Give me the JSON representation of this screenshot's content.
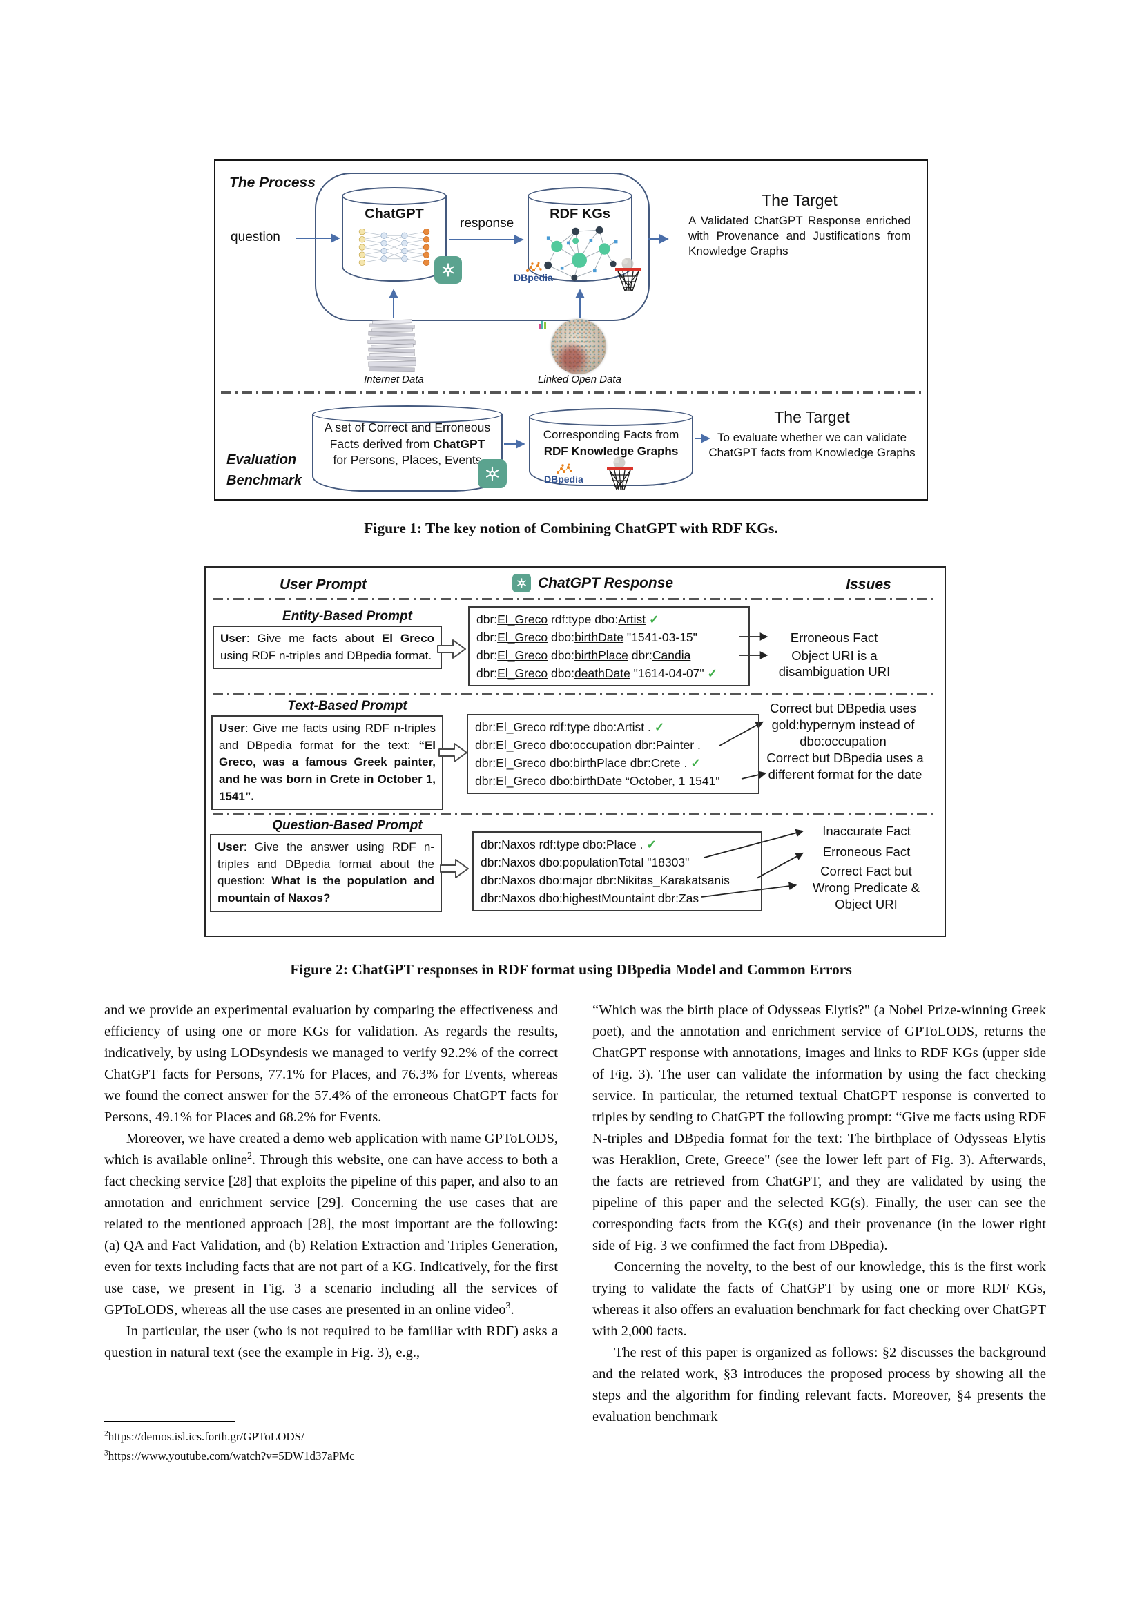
{
  "colors": {
    "figure_blue": "#44597e",
    "arrow_blue": "#4a6ea9",
    "openai_teal": "#5ba38f",
    "check_green": "#3fae49",
    "dbpedia_blue": "#2d4f8f",
    "hoop_red": "#d9342b"
  },
  "figure1": {
    "process_label": "The Process",
    "question_label": "question",
    "response_label": "response",
    "chatgpt_label": "ChatGPT",
    "rdfkgs_label": "RDF KGs",
    "dbpedia_label": "DBpedia",
    "internet_data_label": "Internet Data",
    "linked_open_data_label": "Linked Open Data",
    "target_top": {
      "title": "The Target",
      "body": "A Validated ChatGPT Response enriched with Provenance and Justifications from Knowledge Graphs"
    },
    "evaluation_label": "Evaluation Benchmark",
    "benchmark_facts": [
      {
        "t": "A set of Correct and Erroneous Facts derived from "
      },
      {
        "t": "ChatGPT",
        "b": 1
      },
      {
        "t": " for Persons, Places, Events"
      }
    ],
    "corresponding_facts": [
      {
        "t": "Corresponding Facts from "
      },
      {
        "t": "RDF Knowledge Graphs",
        "b": 1
      }
    ],
    "target_bottom": {
      "title": "The Target",
      "body": "To evaluate whether we can validate ChatGPT facts from Knowledge Graphs"
    }
  },
  "figure1_caption": "Figure 1: The key notion of Combining ChatGPT with RDF KGs.",
  "figure2": {
    "header": {
      "user": "User Prompt",
      "response": "ChatGPT Response",
      "issues": "Issues"
    },
    "entity": {
      "label": "Entity-Based Prompt",
      "prompt": [
        {
          "t": "User",
          "b": 1
        },
        {
          "t": ": Give me facts about "
        },
        {
          "t": "El Greco",
          "b": 1
        },
        {
          "t": " using RDF n-triples and DBpedia format."
        }
      ],
      "lines": [
        [
          {
            "t": "dbr:"
          },
          {
            "t": "El_Greco",
            "u": 1
          },
          {
            "t": " rdf:type dbo:"
          },
          {
            "t": "Artist",
            "u": 1
          },
          {
            "t": "  "
          },
          {
            "t": "✓",
            "b": 1,
            "c": "#3fae49"
          }
        ],
        [
          {
            "t": "dbr:"
          },
          {
            "t": "El_Greco",
            "u": 1
          },
          {
            "t": " dbo:"
          },
          {
            "t": "birthDate",
            "u": 1
          },
          {
            "t": " \"1541-03-15\""
          }
        ],
        [
          {
            "t": "dbr:"
          },
          {
            "t": "El_Greco",
            "u": 1
          },
          {
            "t": " dbo:"
          },
          {
            "t": "birthPlace",
            "u": 1
          },
          {
            "t": " dbr:"
          },
          {
            "t": "Candia",
            "u": 1
          }
        ],
        [
          {
            "t": "dbr:"
          },
          {
            "t": "El_Greco",
            "u": 1
          },
          {
            "t": " dbo:"
          },
          {
            "t": "deathDate",
            "u": 1
          },
          {
            "t": " \"1614-04-07\" "
          },
          {
            "t": "✓",
            "b": 1,
            "c": "#3fae49"
          }
        ]
      ],
      "issue1": "Erroneous Fact",
      "issue2": "Object URI is a disambiguation URI"
    },
    "text": {
      "label": "Text-Based Prompt",
      "prompt": [
        {
          "t": "User",
          "b": 1
        },
        {
          "t": ": Give me facts using RDF n-triples and DBpedia format for the text: "
        },
        {
          "t": "“El Greco, was a famous Greek painter, and he was born in Crete in October 1, 1541”.",
          "b": 1
        }
      ],
      "lines": [
        [
          {
            "t": "dbr:El_Greco rdf:type dbo:Artist .   "
          },
          {
            "t": "✓",
            "b": 1,
            "c": "#3fae49"
          }
        ],
        [
          {
            "t": "dbr:El_Greco dbo:occupation dbr:Painter ."
          }
        ],
        [
          {
            "t": "dbr:El_Greco dbo:birthPlace dbr:Crete .   "
          },
          {
            "t": "✓",
            "b": 1,
            "c": "#3fae49"
          }
        ],
        [
          {
            "t": "dbr:"
          },
          {
            "t": "El_Greco",
            "u": 1
          },
          {
            "t": " dbo:"
          },
          {
            "t": "birthDate",
            "u": 1
          },
          {
            "t": " “October, 1 1541\""
          }
        ]
      ],
      "issue1": "Correct but DBpedia uses gold:hypernym instead of dbo:occupation",
      "issue2": "Correct but DBpedia uses a different format for the date"
    },
    "question": {
      "label": "Question-Based Prompt",
      "prompt": [
        {
          "t": "User",
          "b": 1
        },
        {
          "t": ": Give the answer using RDF n-triples and DBpedia format about the question: "
        },
        {
          "t": "What is the population and mountain of Naxos?",
          "b": 1
        }
      ],
      "lines": [
        [
          {
            "t": "dbr:Naxos rdf:type dbo:Place . "
          },
          {
            "t": "✓",
            "b": 1,
            "c": "#3fae49"
          }
        ],
        [
          {
            "t": "dbr:Naxos dbo:populationTotal \"18303\""
          }
        ],
        [
          {
            "t": "dbr:Naxos dbo:major dbr:Nikitas_Karakatsanis"
          }
        ],
        [
          {
            "t": "dbr:Naxos dbo:highestMountaint dbr:Zas"
          }
        ]
      ],
      "issue1": "Inaccurate Fact",
      "issue2": "Erroneous Fact",
      "issue3": "Correct Fact but Wrong Predicate & Object URI"
    }
  },
  "figure2_caption": "Figure 2: ChatGPT responses in RDF format using DBpedia Model and Common Errors",
  "body": {
    "left": {
      "p1": "and we provide an experimental evaluation by comparing the effectiveness and efficiency of using one or more KGs for validation. As regards the results, indicatively, by using LODsyndesis we managed to verify 92.2% of the correct ChatGPT facts for Persons, 77.1% for Places, and 76.3% for Events, whereas we found the correct answer for the 57.4% of the erroneous ChatGPT facts for Persons, 49.1% for Places and 68.2% for Events.",
      "p2": [
        {
          "t": "Moreover, we have created a demo web application with name GPToLODS, which is available online"
        },
        {
          "t": "2",
          "sup": 1
        },
        {
          "t": ". Through this website, one can have access to both a fact checking service [28] that exploits the pipeline of this paper, and also to an annotation and enrichment service [29]. Concerning the use cases that are related to the mentioned approach [28], the most important are the following: (a) QA and Fact Validation, and (b) Relation Extraction and Triples Generation, even for texts including facts that are not part of a KG. Indicatively, for the first use case, we present in Fig. 3 a scenario including all the services of GPToLODS, whereas all the use cases are presented in an online video"
        },
        {
          "t": "3",
          "sup": 1
        },
        {
          "t": "."
        }
      ],
      "p3": "In particular, the user (who is not required to be familiar with RDF) asks a question in natural text (see the example in Fig. 3), e.g.,"
    },
    "right": {
      "p1": "“Which was the birth place of Odysseas Elytis?\" (a Nobel Prize-winning Greek poet), and the annotation and enrichment service of GPToLODS, returns the ChatGPT response with annotations, images and links to RDF KGs (upper side of Fig. 3). The user can validate the information by using the fact checking service. In particular, the returned textual ChatGPT response is converted to triples by sending to ChatGPT the following prompt: “Give me facts using RDF N-triples and DBpedia format for the text: The birthplace of Odysseas Elytis was Heraklion, Crete, Greece\" (see the lower left part of Fig. 3). Afterwards, the facts are retrieved from ChatGPT, and they are validated by using the pipeline of this paper and the selected KG(s). Finally, the user can see the corresponding facts from the KG(s) and their provenance (in the lower right side of Fig. 3 we confirmed the fact from DBpedia).",
      "p2": "Concerning the novelty, to the best of our knowledge, this is the first work trying to validate the facts of ChatGPT by using one or more RDF KGs, whereas it also offers an evaluation benchmark for fact checking over ChatGPT with 2,000 facts.",
      "p3": "The rest of this paper is organized as follows: §2 discusses the background and the related work, §3 introduces the proposed process by showing all the steps and the algorithm for finding relevant facts. Moreover, §4 presents the evaluation benchmark"
    },
    "footnotes": [
      {
        "sup": "2",
        "url": "https://demos.isl.ics.forth.gr/GPToLODS/"
      },
      {
        "sup": "3",
        "url": "https://www.youtube.com/watch?v=5DW1d37aPMc"
      }
    ]
  }
}
